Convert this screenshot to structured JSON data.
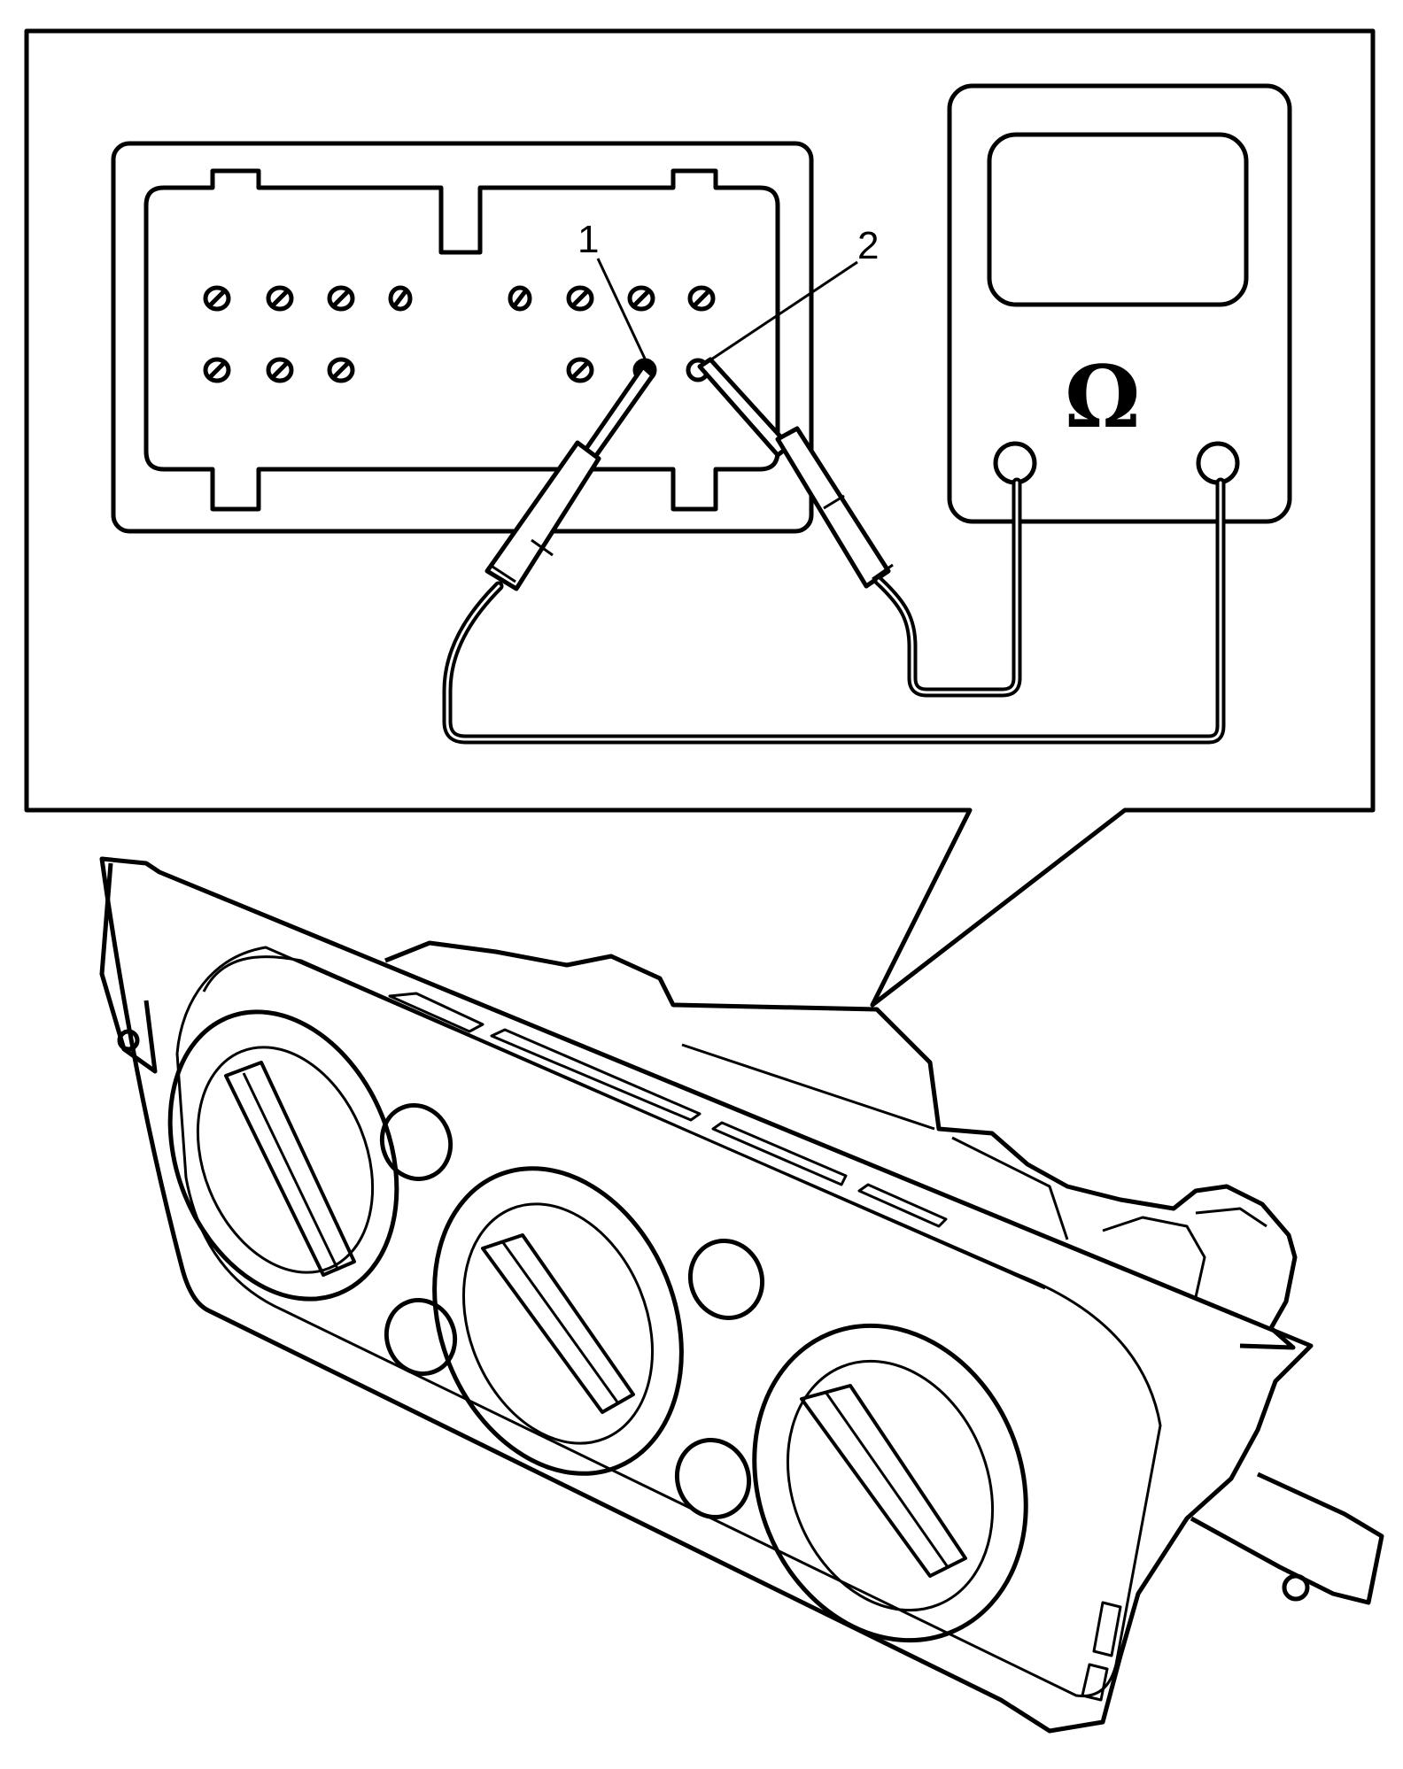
{
  "callouts": {
    "one": "1",
    "two": "2"
  },
  "meter": {
    "symbol": "Ω"
  },
  "colors": {
    "line": "#000000",
    "background": "#ffffff"
  },
  "icons": {
    "meter": "ohmmeter-icon",
    "probe": "test-probe-icon",
    "knob": "rotary-knob-icon"
  }
}
